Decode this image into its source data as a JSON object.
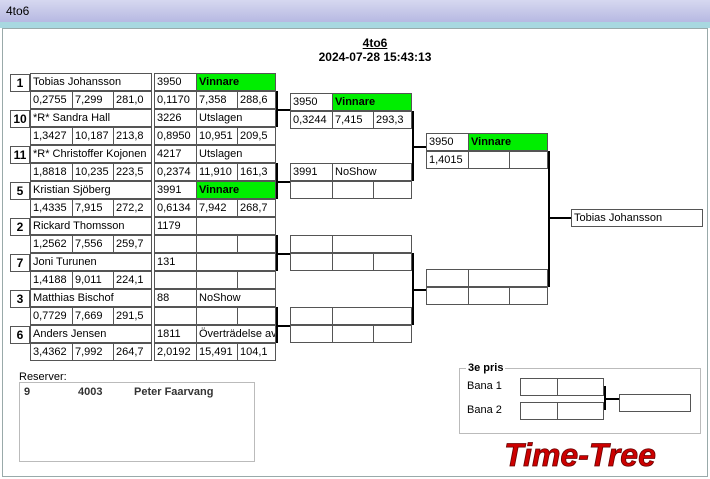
{
  "window": {
    "title": "4to6"
  },
  "header": {
    "title": "4to6",
    "datetime": "2024-07-28 15:43:13"
  },
  "round1": [
    {
      "seed": "1",
      "name": "Tobias Johansson",
      "stats": [
        "0,2755",
        "7,299",
        "281,0"
      ],
      "num": "3950",
      "result": "Vinnare",
      "win": true,
      "stats2": [
        "0,1170",
        "7,358",
        "288,6"
      ]
    },
    {
      "seed": "10",
      "name": "*R* Sandra Hall",
      "stats": [
        "1,3427",
        "10,187",
        "213,8"
      ],
      "num": "3226",
      "result": "Utslagen",
      "win": false,
      "stats2": [
        "0,8950",
        "10,951",
        "209,5"
      ]
    },
    {
      "seed": "11",
      "name": "*R* Christoffer Kojonen",
      "stats": [
        "1,8818",
        "10,235",
        "223,5"
      ],
      "num": "4217",
      "result": "Utslagen",
      "win": false,
      "stats2": [
        "0,2374",
        "11,910",
        "161,3"
      ]
    },
    {
      "seed": "5",
      "name": "Kristian Sjöberg",
      "stats": [
        "1,4335",
        "7,915",
        "272,2"
      ],
      "num": "3991",
      "result": "Vinnare",
      "win": true,
      "stats2": [
        "0,6134",
        "7,942",
        "268,7"
      ]
    },
    {
      "seed": "2",
      "name": "Rickard Thomsson",
      "stats": [
        "1,2562",
        "7,556",
        "259,7"
      ],
      "num": "1179",
      "result": "",
      "win": false,
      "stats2": [
        "",
        "",
        ""
      ]
    },
    {
      "seed": "7",
      "name": "Joni Turunen",
      "stats": [
        "1,4188",
        "9,011",
        "224,1"
      ],
      "num": "131",
      "result": "",
      "win": false,
      "stats2": [
        "",
        "",
        ""
      ]
    },
    {
      "seed": "3",
      "name": "Matthias Bischof",
      "stats": [
        "0,7729",
        "7,669",
        "291,5"
      ],
      "num": "88",
      "result": "NoShow",
      "win": false,
      "stats2": [
        "",
        "",
        ""
      ]
    },
    {
      "seed": "6",
      "name": "Anders  Jensen",
      "stats": [
        "3,4362",
        "7,992",
        "264,7"
      ],
      "num": "1811",
      "result": "Överträdelse av",
      "win": false,
      "stats2": [
        "2,0192",
        "15,491",
        "104,1"
      ]
    }
  ],
  "round2": [
    {
      "num": "3950",
      "result": "Vinnare",
      "win": true,
      "stats": [
        "0,3244",
        "7,415",
        "293,3"
      ]
    },
    {
      "num": "3991",
      "result": "NoShow",
      "win": false,
      "stats": [
        "",
        "",
        ""
      ]
    },
    {
      "num": "",
      "result": "",
      "win": false,
      "stats": [
        "",
        "",
        ""
      ]
    },
    {
      "num": "",
      "result": "",
      "win": false,
      "stats": [
        "",
        "",
        ""
      ]
    },
    {
      "num": "",
      "result": "",
      "win": false,
      "stats": [
        "",
        "",
        ""
      ]
    },
    {
      "num": "",
      "result": "",
      "win": false,
      "stats": [
        "",
        "",
        ""
      ]
    }
  ],
  "round3": [
    {
      "num": "3950",
      "result": "Vinnare",
      "win": true,
      "stats": [
        "1,4015",
        "",
        ""
      ]
    },
    {
      "num": "",
      "result": "",
      "win": false,
      "stats": [
        "",
        "",
        ""
      ]
    }
  ],
  "final": {
    "name": "Tobias Johansson"
  },
  "reserves": {
    "label": "Reserver:",
    "entries": [
      {
        "pos": "9",
        "num": "4003",
        "name": "Peter Faarvang"
      }
    ]
  },
  "third_place": {
    "title": "3e pris",
    "lane1": "Bana 1",
    "lane2": "Bana 2"
  },
  "logo": {
    "text": "Time-Tree",
    "color": "#cc0000"
  }
}
